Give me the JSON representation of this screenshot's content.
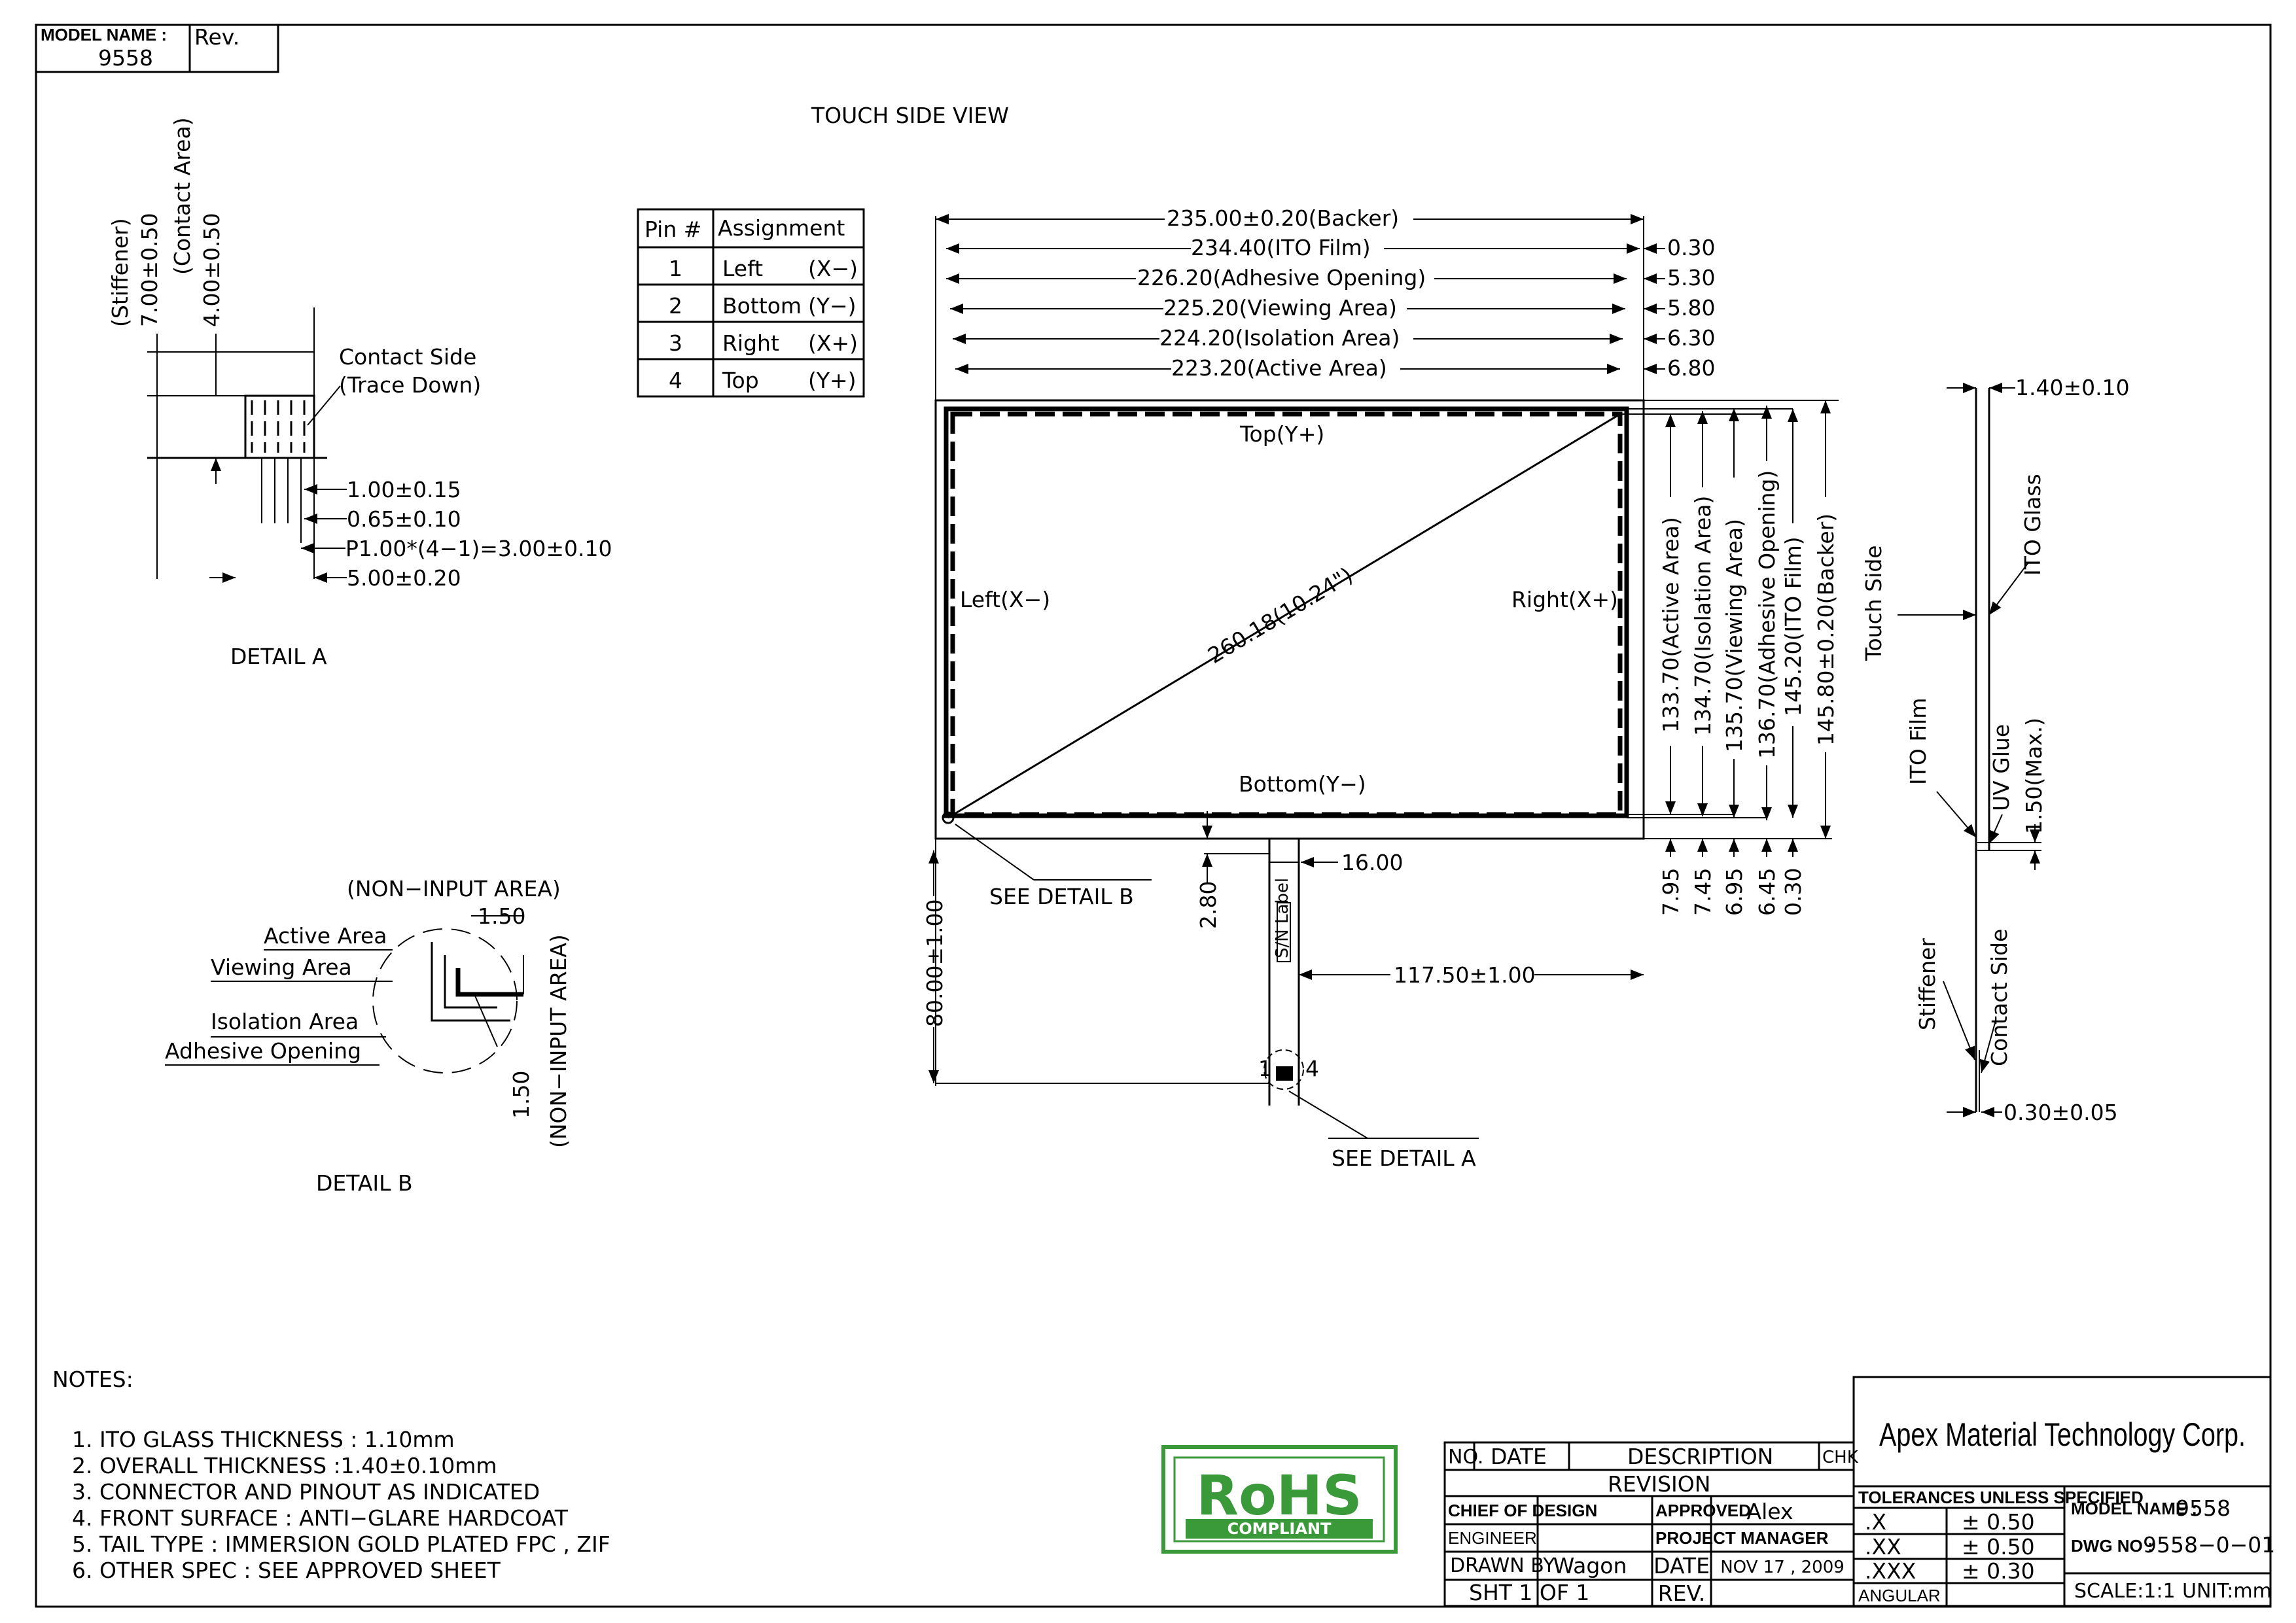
{
  "header": {
    "model_label": "MODEL NAME :",
    "model_value": "9558",
    "rev_label": "Rev."
  },
  "view_title": "TOUCH SIDE VIEW",
  "pin_table": {
    "headers": [
      "Pin #",
      "Assignment"
    ],
    "rows": [
      {
        "pin": "1",
        "name": "Left",
        "sig": "(X−)"
      },
      {
        "pin": "2",
        "name": "Bottom",
        "sig": "(Y−)"
      },
      {
        "pin": "3",
        "name": "Right",
        "sig": "(X+)"
      },
      {
        "pin": "4",
        "name": "Top",
        "sig": "(Y+)"
      }
    ]
  },
  "top_dims": [
    "235.00±0.20(Backer)",
    "234.40(ITO Film)",
    "226.20(Adhesive Opening)",
    "225.20(Viewing Area)",
    "224.20(Isolation Area)",
    "223.20(Active Area)"
  ],
  "top_offsets": [
    "0.30",
    "5.30",
    "5.80",
    "6.30",
    "6.80"
  ],
  "panel_labels": {
    "top": "Top(Y+)",
    "left": "Left(X−)",
    "right": "Right(X+)",
    "bottom": "Bottom(Y−)",
    "diagonal": "260.18(10.24\")"
  },
  "side_dims": [
    "133.70(Active Area)",
    "134.70(Isolation Area)",
    "135.70(Viewing Area)",
    "136.70(Adhesive Opening)",
    "145.20(ITO Film)",
    "145.80±0.20(Backer)"
  ],
  "side_offsets": [
    "7.95",
    "7.45",
    "6.95",
    "6.45",
    "0.30"
  ],
  "tail": {
    "width": "16.00",
    "offset": "2.80",
    "length": "80.00±1.00",
    "position": "117.50±1.00",
    "pin1": "1",
    "pin4": "4",
    "label": "S/N Label"
  },
  "callouts": {
    "detail_b": "SEE DETAIL B",
    "detail_a": "SEE DETAIL A"
  },
  "detail_a": {
    "title": "DETAIL A",
    "dims": [
      "(Stiffener)",
      "7.00±0.50",
      "(Contact Area)",
      "4.00±0.50"
    ],
    "contact": [
      "Contact Side",
      "(Trace Down)"
    ],
    "sub": [
      "1.00±0.15",
      "0.65±0.10",
      "P1.00*(4−1)=3.00±0.10",
      "5.00±0.20"
    ]
  },
  "detail_b": {
    "title": "DETAIL B",
    "non_input": "(NON−INPUT AREA)",
    "val": "1.50",
    "labels": [
      "Active Area",
      "Viewing Area",
      "Isolation Area",
      "Adhesive Opening"
    ],
    "val2": "1.50",
    "non_input2": "(NON−INPUT AREA)"
  },
  "side_view": {
    "thickness": "1.40±0.10",
    "ito_glass": "ITO Glass",
    "touch_side": "Touch Side",
    "ito_film": "ITO Film",
    "uv_glue": "UV Glue",
    "uv_max": "1.50(Max.)",
    "stiffener": "Stiffener",
    "contact_side": "Contact Side",
    "stiff_thk": "0.30±0.05"
  },
  "notes": {
    "title": "NOTES:",
    "items": [
      "1. ITO GLASS THICKNESS : 1.10mm",
      "2. OVERALL THICKNESS :1.40±0.10mm",
      "3. CONNECTOR AND PINOUT AS INDICATED",
      "4. FRONT SURFACE : ANTI−GLARE HARDCOAT",
      "5. TAIL TYPE : IMMERSION GOLD PLATED FPC , ZIF",
      "6. OTHER SPEC : SEE APPROVED SHEET"
    ]
  },
  "rohs": {
    "title": "RoHS",
    "sub": "COMPLIANT",
    "color": "#3a9a3a"
  },
  "title_block": {
    "no": "NO.",
    "date": "DATE",
    "description": "DESCRIPTION",
    "chk": "CHK",
    "revision": "REVISION",
    "chief": "CHIEF OF DESIGN",
    "approved": "APPROVED",
    "approved_by": "Alex",
    "engineer": "ENGINEER",
    "pm": "PROJECT MANAGER",
    "drawn_by": "DRAWN BY",
    "drawn_name": "Wagon",
    "date_label": "DATE",
    "date_val": "NOV 17 , 2009",
    "sht": "SHT  1  OF  1",
    "rev": "REV.",
    "company": "Apex Material Technology Corp.",
    "tol_title": "TOLERANCES UNLESS SPECIFIED",
    "tol": [
      {
        "k": ".X",
        "v": "±  0.50"
      },
      {
        "k": ".XX",
        "v": "±  0.50"
      },
      {
        "k": ".XXX",
        "v": "±  0.30"
      }
    ],
    "angular": "ANGULAR",
    "model_label": "MODEL NAME :",
    "model_val": "9558",
    "dwg_label": "DWG NO :",
    "dwg_val": "9558−0−01",
    "scale": "SCALE:1:1",
    "unit": "UNIT:mm"
  }
}
